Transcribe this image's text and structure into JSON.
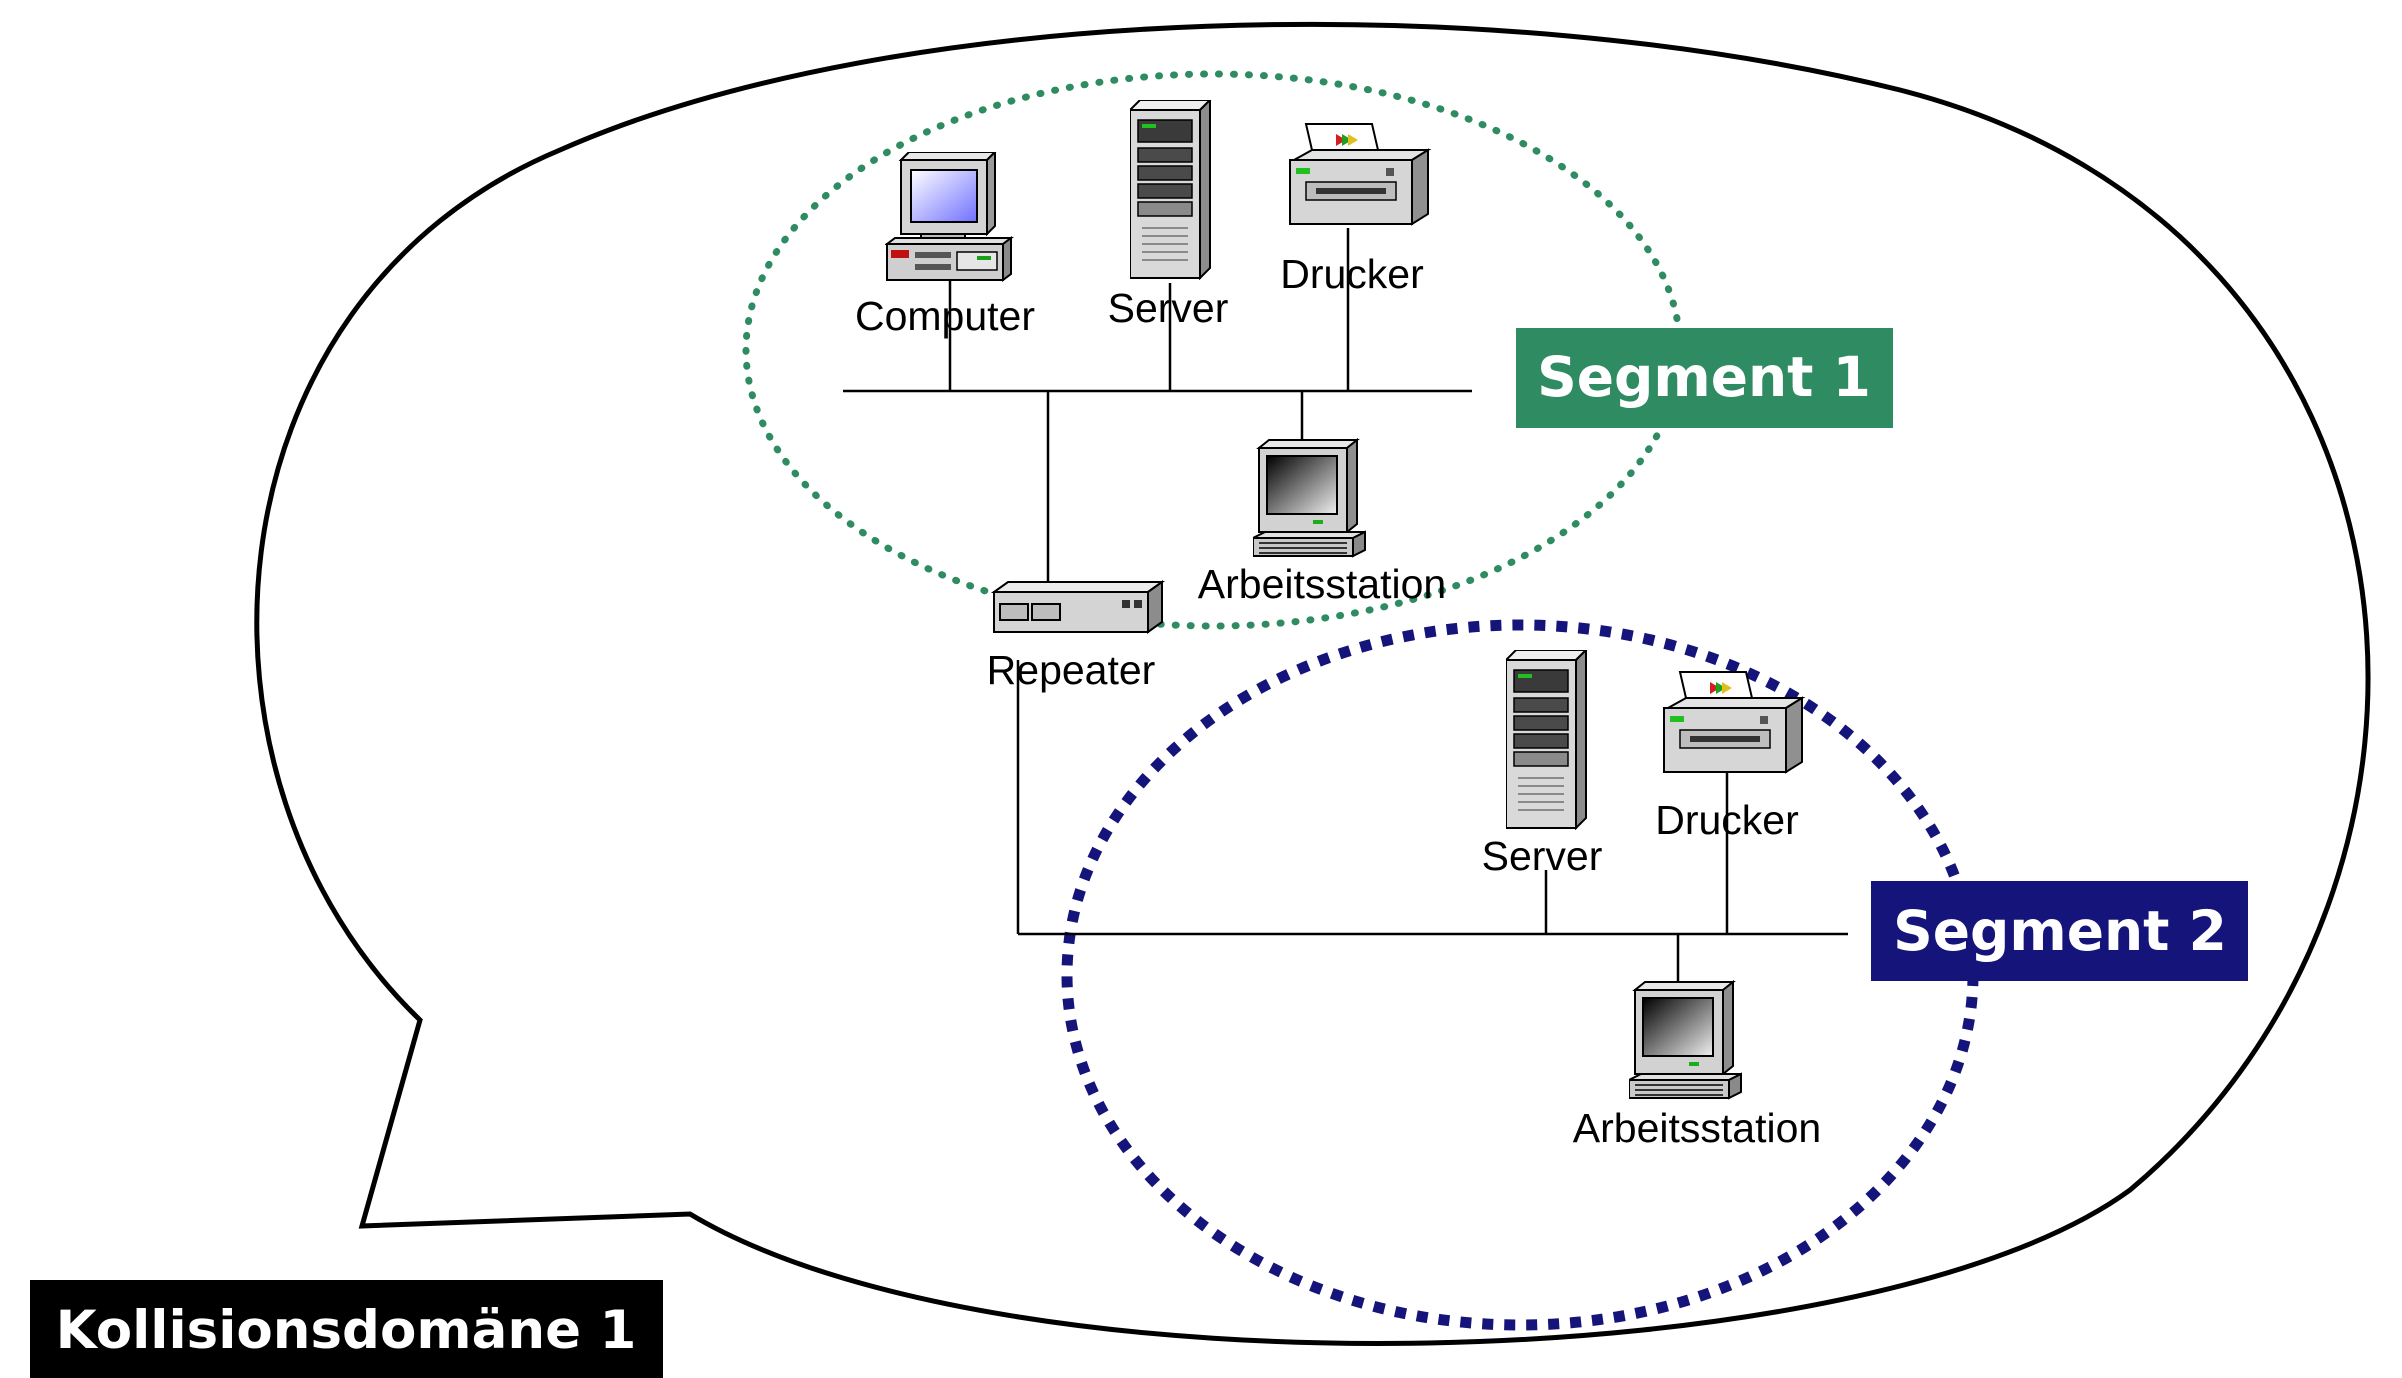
{
  "domain_label": "Kollisionsdomäne 1",
  "segment1": {
    "label": "Segment 1",
    "color": "#2e8b62",
    "devices": {
      "computer": "Computer",
      "server": "Server",
      "printer": "Drucker",
      "workstation": "Arbeitsstation"
    }
  },
  "repeater_label": "Repeater",
  "segment2": {
    "label": "Segment 2",
    "color": "#14147a",
    "devices": {
      "server": "Server",
      "printer": "Drucker",
      "workstation": "Arbeitsstation"
    }
  },
  "icons": {
    "computer": "desktop-computer-icon",
    "server": "tower-server-icon",
    "printer": "printer-icon",
    "workstation": "workstation-monitor-icon",
    "repeater": "repeater-icon"
  }
}
